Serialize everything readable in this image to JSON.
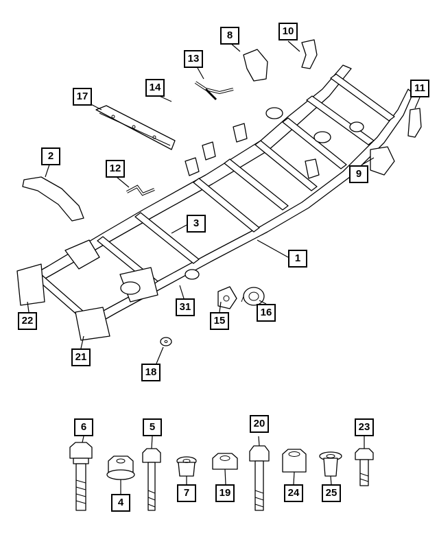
{
  "diagram": {
    "callouts": [
      {
        "id": "c1",
        "label": "1"
      },
      {
        "id": "c2",
        "label": "2"
      },
      {
        "id": "c3",
        "label": "3"
      },
      {
        "id": "c4",
        "label": "4"
      },
      {
        "id": "c5",
        "label": "5"
      },
      {
        "id": "c6",
        "label": "6"
      },
      {
        "id": "c7",
        "label": "7"
      },
      {
        "id": "c8",
        "label": "8"
      },
      {
        "id": "c9",
        "label": "9"
      },
      {
        "id": "c10",
        "label": "10"
      },
      {
        "id": "c11",
        "label": "11"
      },
      {
        "id": "c12",
        "label": "12"
      },
      {
        "id": "c13",
        "label": "13"
      },
      {
        "id": "c14",
        "label": "14"
      },
      {
        "id": "c15",
        "label": "15"
      },
      {
        "id": "c16",
        "label": "16"
      },
      {
        "id": "c17",
        "label": "17"
      },
      {
        "id": "c18",
        "label": "18"
      },
      {
        "id": "c19",
        "label": "19"
      },
      {
        "id": "c20",
        "label": "20"
      },
      {
        "id": "c21",
        "label": "21"
      },
      {
        "id": "c22",
        "label": "22"
      },
      {
        "id": "c23",
        "label": "23"
      },
      {
        "id": "c24",
        "label": "24"
      },
      {
        "id": "c25",
        "label": "25"
      },
      {
        "id": "c31",
        "label": "31"
      }
    ]
  }
}
